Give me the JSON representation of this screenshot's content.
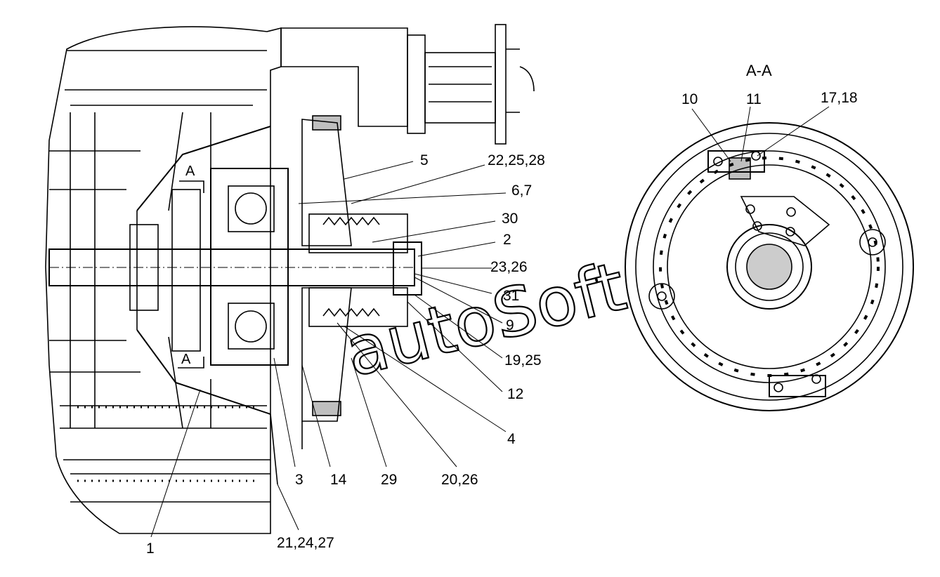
{
  "watermark": "autoSoft",
  "section_view": {
    "title": "A-A"
  },
  "section_marks": [
    "A",
    "A"
  ],
  "callouts": [
    {
      "id": "c5",
      "text": "5"
    },
    {
      "id": "c22",
      "text": "22,25,28"
    },
    {
      "id": "c67",
      "text": "6,7"
    },
    {
      "id": "c30",
      "text": "30"
    },
    {
      "id": "c2",
      "text": "2"
    },
    {
      "id": "c23",
      "text": "23,26"
    },
    {
      "id": "c31",
      "text": "31"
    },
    {
      "id": "c9",
      "text": "9"
    },
    {
      "id": "c19",
      "text": "19,25"
    },
    {
      "id": "c12",
      "text": "12"
    },
    {
      "id": "c4",
      "text": "4"
    },
    {
      "id": "c20",
      "text": "20,26"
    },
    {
      "id": "c29",
      "text": "29"
    },
    {
      "id": "c14",
      "text": "14"
    },
    {
      "id": "c3",
      "text": "3"
    },
    {
      "id": "c21",
      "text": "21,24,27"
    },
    {
      "id": "c1",
      "text": "1"
    },
    {
      "id": "c10",
      "text": "10"
    },
    {
      "id": "c11",
      "text": "11"
    },
    {
      "id": "c17",
      "text": "17,18"
    }
  ]
}
